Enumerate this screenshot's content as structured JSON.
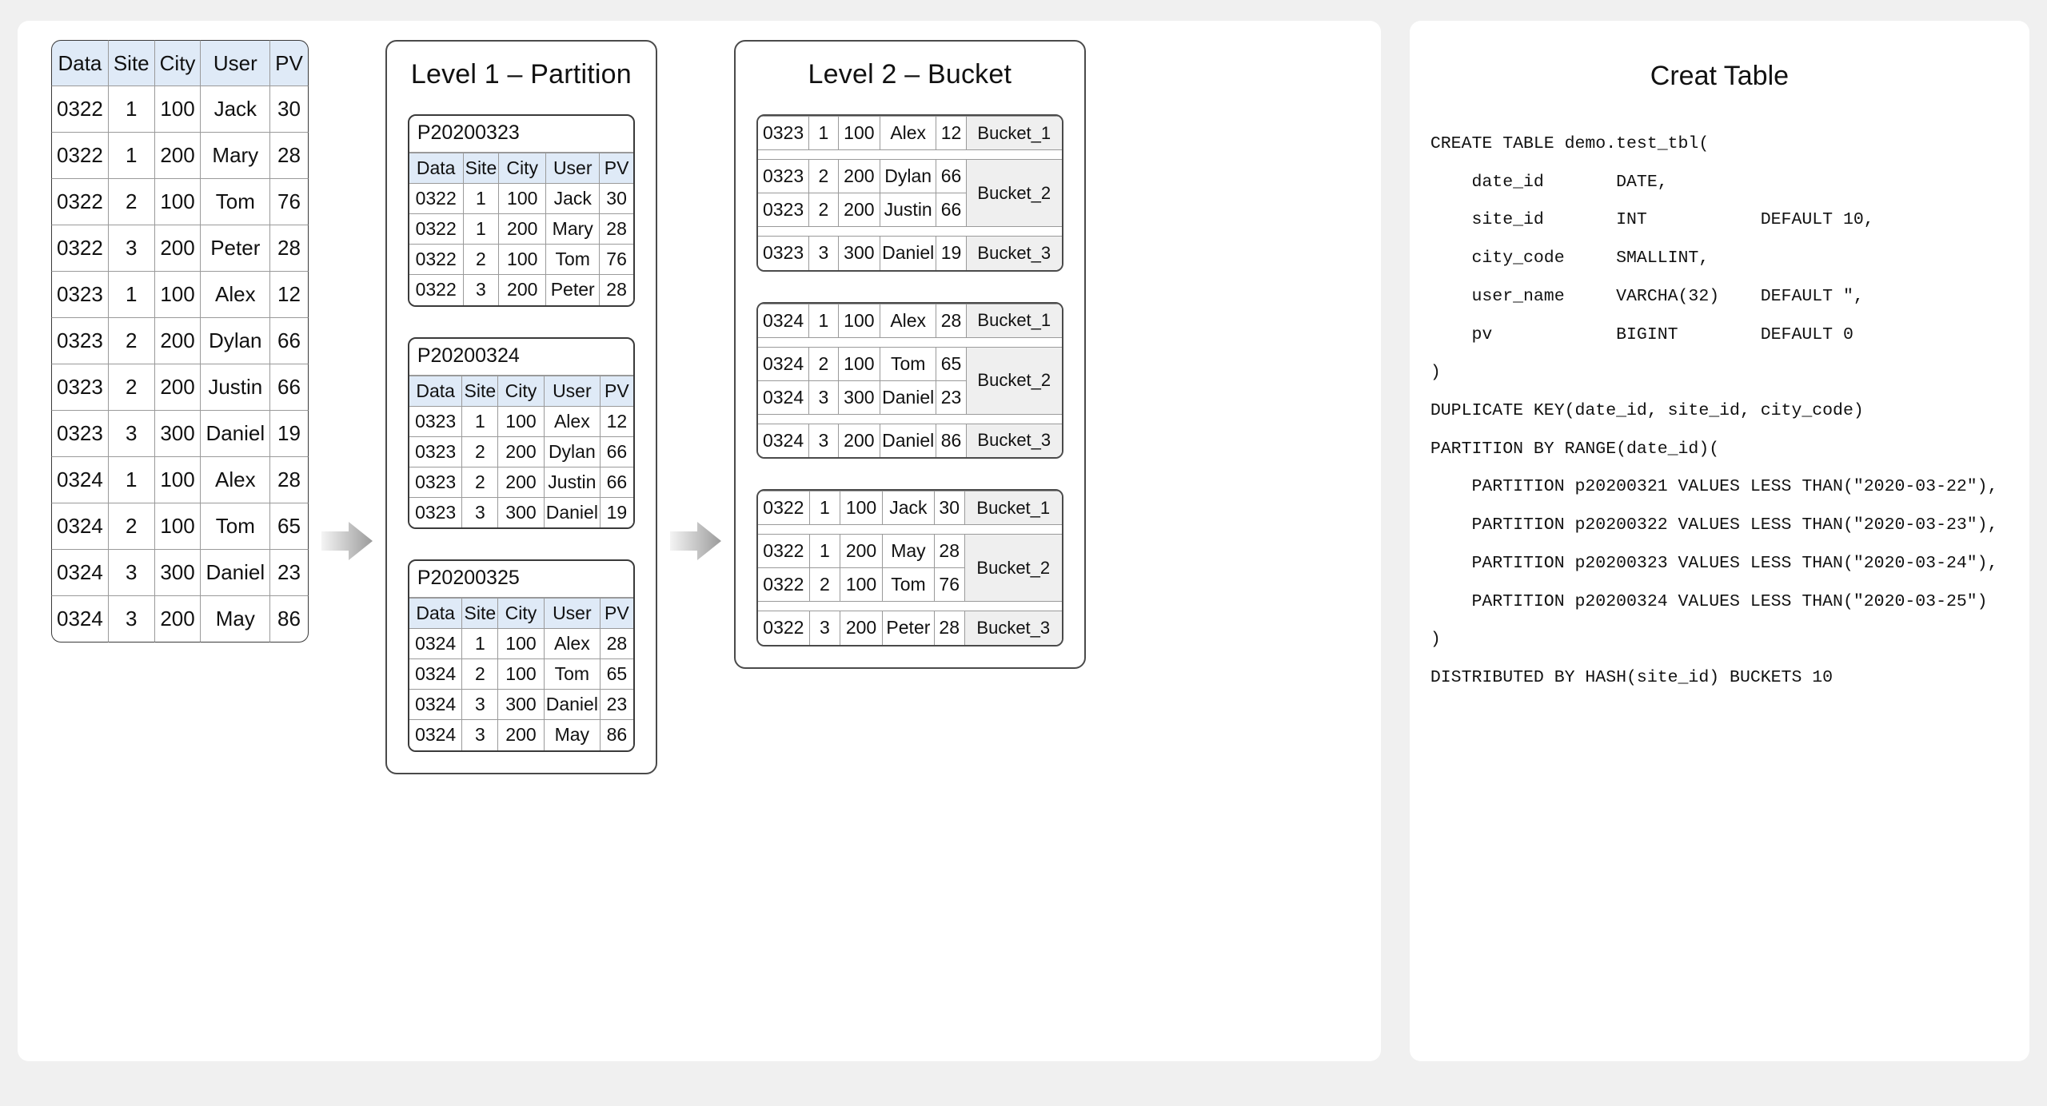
{
  "source_table": {
    "name": "source-data-table",
    "columns": [
      "Data",
      "Site",
      "City",
      "User",
      "PV"
    ],
    "rows": [
      [
        "0322",
        "1",
        "100",
        "Jack",
        "30"
      ],
      [
        "0322",
        "1",
        "200",
        "Mary",
        "28"
      ],
      [
        "0322",
        "2",
        "100",
        "Tom",
        "76"
      ],
      [
        "0322",
        "3",
        "200",
        "Peter",
        "28"
      ],
      [
        "0323",
        "1",
        "100",
        "Alex",
        "12"
      ],
      [
        "0323",
        "2",
        "200",
        "Dylan",
        "66"
      ],
      [
        "0323",
        "2",
        "200",
        "Justin",
        "66"
      ],
      [
        "0323",
        "3",
        "300",
        "Daniel",
        "19"
      ],
      [
        "0324",
        "1",
        "100",
        "Alex",
        "28"
      ],
      [
        "0324",
        "2",
        "100",
        "Tom",
        "65"
      ],
      [
        "0324",
        "3",
        "300",
        "Daniel",
        "23"
      ],
      [
        "0324",
        "3",
        "200",
        "May",
        "86"
      ]
    ]
  },
  "level1": {
    "title": "Level 1 – Partition",
    "columns": [
      "Data",
      "Site",
      "City",
      "User",
      "PV"
    ],
    "partitions": [
      {
        "name": "P20200323",
        "rows": [
          [
            "0322",
            "1",
            "100",
            "Jack",
            "30"
          ],
          [
            "0322",
            "1",
            "200",
            "Mary",
            "28"
          ],
          [
            "0322",
            "2",
            "100",
            "Tom",
            "76"
          ],
          [
            "0322",
            "3",
            "200",
            "Peter",
            "28"
          ]
        ]
      },
      {
        "name": "P20200324",
        "rows": [
          [
            "0323",
            "1",
            "100",
            "Alex",
            "12"
          ],
          [
            "0323",
            "2",
            "200",
            "Dylan",
            "66"
          ],
          [
            "0323",
            "2",
            "200",
            "Justin",
            "66"
          ],
          [
            "0323",
            "3",
            "300",
            "Daniel",
            "19"
          ]
        ]
      },
      {
        "name": "P20200325",
        "rows": [
          [
            "0324",
            "1",
            "100",
            "Alex",
            "28"
          ],
          [
            "0324",
            "2",
            "100",
            "Tom",
            "65"
          ],
          [
            "0324",
            "3",
            "300",
            "Daniel",
            "23"
          ],
          [
            "0324",
            "3",
            "200",
            "May",
            "86"
          ]
        ]
      }
    ]
  },
  "level2": {
    "title": "Level 2 – Bucket",
    "groups": [
      {
        "buckets": [
          {
            "label": "Bucket_1",
            "rows": [
              [
                "0323",
                "1",
                "100",
                "Alex",
                "12"
              ]
            ]
          },
          {
            "label": "Bucket_2",
            "rows": [
              [
                "0323",
                "2",
                "200",
                "Dylan",
                "66"
              ],
              [
                "0323",
                "2",
                "200",
                "Justin",
                "66"
              ]
            ]
          },
          {
            "label": "Bucket_3",
            "rows": [
              [
                "0323",
                "3",
                "300",
                "Daniel",
                "19"
              ]
            ]
          }
        ]
      },
      {
        "buckets": [
          {
            "label": "Bucket_1",
            "rows": [
              [
                "0324",
                "1",
                "100",
                "Alex",
                "28"
              ]
            ]
          },
          {
            "label": "Bucket_2",
            "rows": [
              [
                "0324",
                "2",
                "100",
                "Tom",
                "65"
              ],
              [
                "0324",
                "3",
                "300",
                "Daniel",
                "23"
              ]
            ]
          },
          {
            "label": "Bucket_3",
            "rows": [
              [
                "0324",
                "3",
                "200",
                "Daniel",
                "86"
              ]
            ]
          }
        ]
      },
      {
        "buckets": [
          {
            "label": "Bucket_1",
            "rows": [
              [
                "0322",
                "1",
                "100",
                "Jack",
                "30"
              ]
            ]
          },
          {
            "label": "Bucket_2",
            "rows": [
              [
                "0322",
                "1",
                "200",
                "May",
                "28"
              ],
              [
                "0322",
                "2",
                "100",
                "Tom",
                "76"
              ]
            ]
          },
          {
            "label": "Bucket_3",
            "rows": [
              [
                "0322",
                "3",
                "200",
                "Peter",
                "28"
              ]
            ]
          }
        ]
      }
    ]
  },
  "sql_panel": {
    "title": "Creat Table",
    "code": "CREATE TABLE demo.test_tbl(\n    date_id       DATE,\n    site_id       INT           DEFAULT 10,\n    city_code     SMALLINT,\n    user_name     VARCHA(32)    DEFAULT \",\n    pv            BIGINT        DEFAULT 0\n)\nDUPLICATE KEY(date_id, site_id, city_code)\nPARTITION BY RANGE(date_id)(\n    PARTITION p20200321 VALUES LESS THAN(\"2020-03-22\"),\n    PARTITION p20200322 VALUES LESS THAN(\"2020-03-23\"),\n    PARTITION p20200323 VALUES LESS THAN(\"2020-03-24\"),\n    PARTITION p20200324 VALUES LESS THAN(\"2020-03-25\")\n)\nDISTRIBUTED BY HASH(site_id) BUCKETS 10"
  },
  "icons": {
    "arrow_1": "right-arrow-icon",
    "arrow_2": "right-arrow-icon"
  },
  "colors": {
    "header_blue": "#dfeaf7",
    "bucket_grey": "#efefef",
    "page_bg": "#f0f0f0",
    "card_bg": "#ffffff",
    "border_dark": "#4a4a4a",
    "border_light": "#9a9a9a"
  }
}
